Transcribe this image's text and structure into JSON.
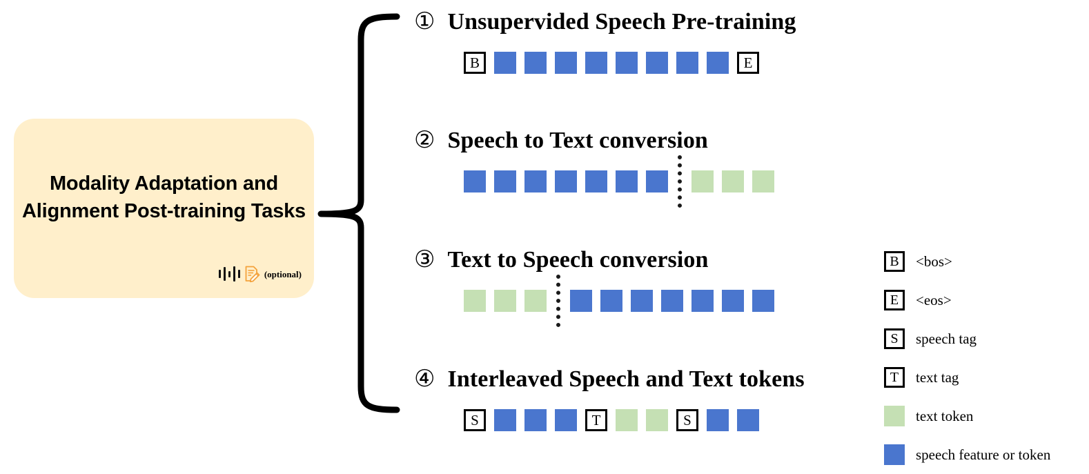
{
  "card": {
    "title": "Modality Adaptation and Alignment Post-training Tasks",
    "optional_label": "(optional)",
    "icons": [
      "speech-waveform-icon",
      "document-edit-icon"
    ],
    "background_color": "#FFEFCB"
  },
  "colors": {
    "speech_token": "#4A76CE",
    "text_token": "#C5E0B4",
    "card_background": "#FFEFCB",
    "accent_orange": "#F4A23B",
    "outline": "#000000"
  },
  "tasks": [
    {
      "number": "①",
      "title": "Unsupervided Speech Pre-training",
      "sequence": [
        {
          "kind": "tag",
          "label": "B"
        },
        {
          "kind": "speech"
        },
        {
          "kind": "speech"
        },
        {
          "kind": "speech"
        },
        {
          "kind": "speech"
        },
        {
          "kind": "speech"
        },
        {
          "kind": "speech"
        },
        {
          "kind": "speech"
        },
        {
          "kind": "speech"
        },
        {
          "kind": "tag",
          "label": "E"
        }
      ]
    },
    {
      "number": "②",
      "title": "Speech to Text conversion",
      "sequence": [
        {
          "kind": "speech"
        },
        {
          "kind": "speech"
        },
        {
          "kind": "speech"
        },
        {
          "kind": "speech"
        },
        {
          "kind": "speech"
        },
        {
          "kind": "speech"
        },
        {
          "kind": "speech"
        },
        {
          "kind": "divider"
        },
        {
          "kind": "text"
        },
        {
          "kind": "text"
        },
        {
          "kind": "text"
        }
      ]
    },
    {
      "number": "③",
      "title": "Text to Speech conversion",
      "sequence": [
        {
          "kind": "text"
        },
        {
          "kind": "text"
        },
        {
          "kind": "text"
        },
        {
          "kind": "divider"
        },
        {
          "kind": "speech"
        },
        {
          "kind": "speech"
        },
        {
          "kind": "speech"
        },
        {
          "kind": "speech"
        },
        {
          "kind": "speech"
        },
        {
          "kind": "speech"
        },
        {
          "kind": "speech"
        }
      ]
    },
    {
      "number": "④",
      "title": "Interleaved Speech and Text tokens",
      "sequence": [
        {
          "kind": "tag",
          "label": "S"
        },
        {
          "kind": "speech"
        },
        {
          "kind": "speech"
        },
        {
          "kind": "speech"
        },
        {
          "kind": "tag",
          "label": "T"
        },
        {
          "kind": "text"
        },
        {
          "kind": "text"
        },
        {
          "kind": "tag",
          "label": "S"
        },
        {
          "kind": "speech"
        },
        {
          "kind": "speech"
        }
      ]
    }
  ],
  "legend": [
    {
      "kind": "tag",
      "symbol": "B",
      "label": "<bos>"
    },
    {
      "kind": "tag",
      "symbol": "E",
      "label": "<eos>"
    },
    {
      "kind": "tag",
      "symbol": "S",
      "label": "speech tag"
    },
    {
      "kind": "tag",
      "symbol": "T",
      "label": "text tag"
    },
    {
      "kind": "text",
      "symbol": "",
      "label": "text token"
    },
    {
      "kind": "speech",
      "symbol": "",
      "label": "speech feature or token"
    }
  ]
}
